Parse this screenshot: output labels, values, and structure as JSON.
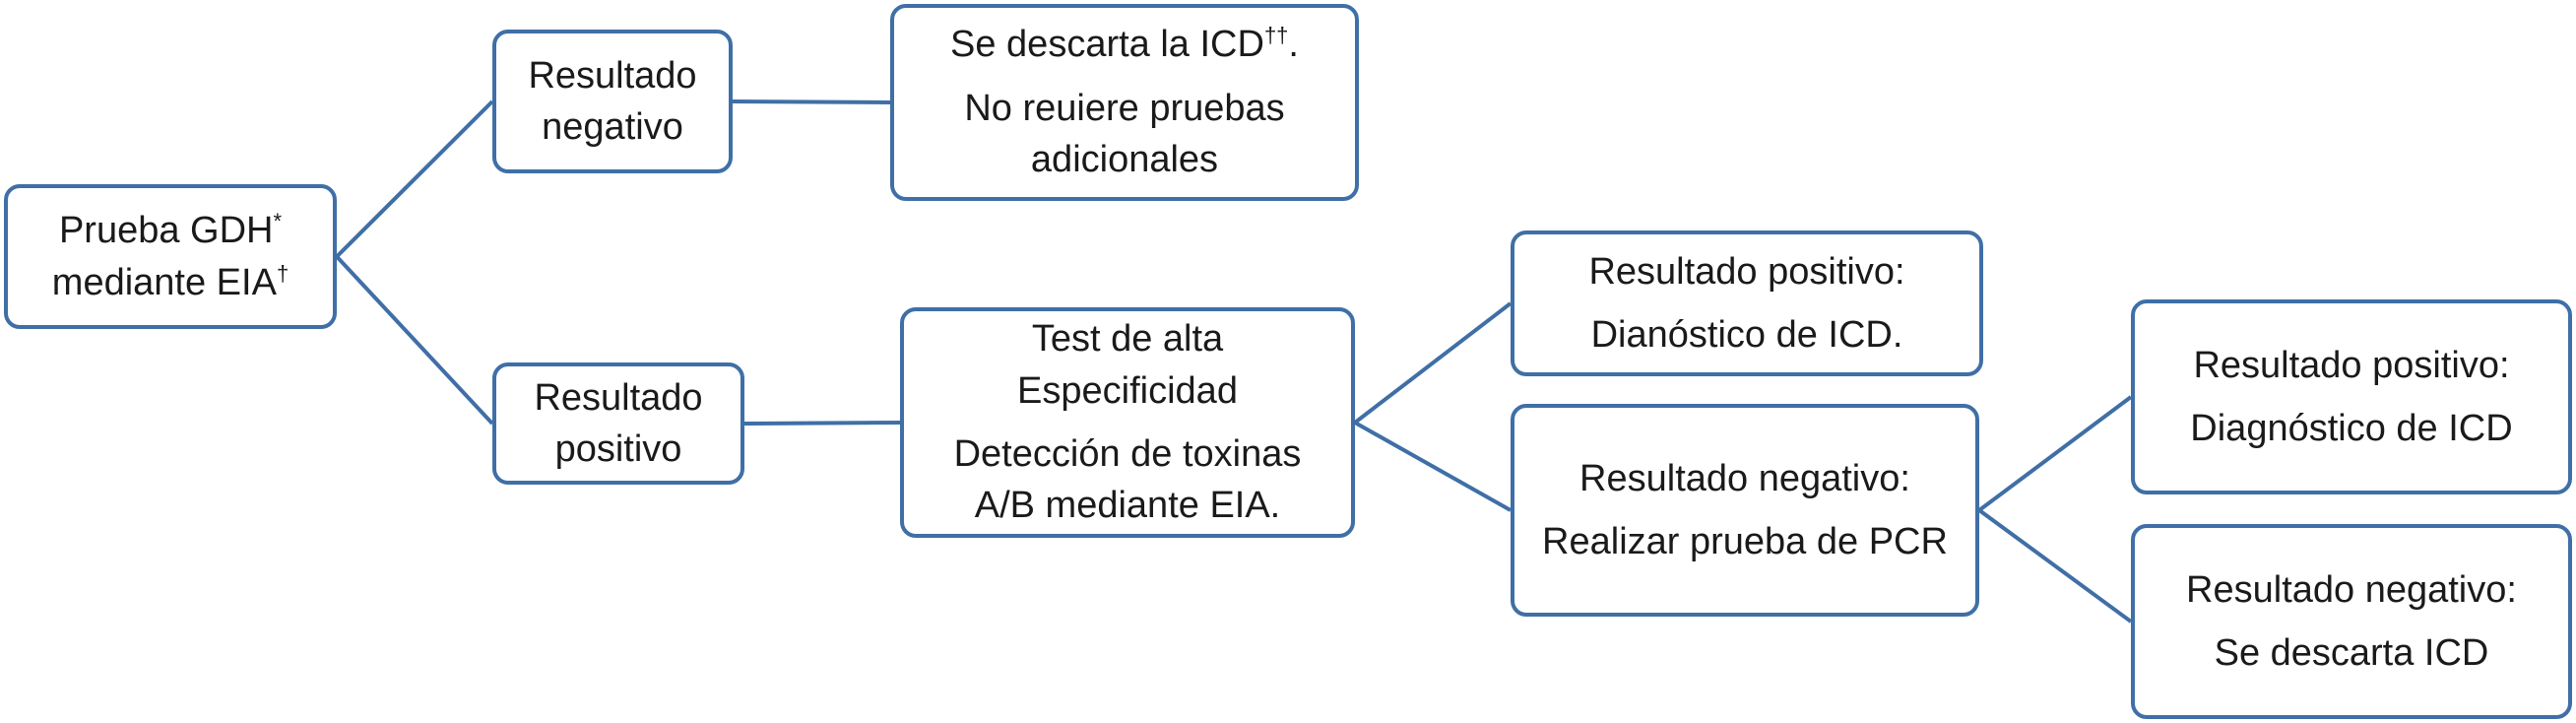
{
  "nodes": {
    "root": {
      "line1": "Prueba GDH",
      "line1_sup": "*",
      "line2": "mediante EIA",
      "line2_sup": "†"
    },
    "neg": {
      "line1": "Resultado",
      "line2": "negativo"
    },
    "discard": {
      "line1": "Se descarta la ICD",
      "line1_sup": "††",
      "line1_tail": ".",
      "line2": "No reuiere pruebas",
      "line3": "adicionales"
    },
    "pos": {
      "line1": "Resultado",
      "line2": "positivo"
    },
    "test": {
      "line1": "Test de alta",
      "line2": "Especificidad",
      "line3": "Detección de toxinas",
      "line4": "A/B mediante EIA."
    },
    "pos2": {
      "line1": "Resultado positivo:",
      "line2": "Dianóstico de ICD."
    },
    "neg2": {
      "line1": "Resultado negativo:",
      "line2": "Realizar prueba de PCR"
    },
    "pos3": {
      "line1": "Resultado positivo:",
      "line2": "Diagnóstico de ICD"
    },
    "neg3": {
      "line1": "Resultado negativo:",
      "line2": "Se descarta ICD"
    }
  },
  "edges": [
    [
      "root",
      "neg"
    ],
    [
      "root",
      "pos"
    ],
    [
      "neg",
      "discard"
    ],
    [
      "pos",
      "test"
    ],
    [
      "test",
      "pos2"
    ],
    [
      "test",
      "neg2"
    ],
    [
      "neg2",
      "pos3"
    ],
    [
      "neg2",
      "neg3"
    ]
  ],
  "colors": {
    "border": "#3f6fa6",
    "text": "#1a1a1a",
    "background": "#ffffff"
  }
}
